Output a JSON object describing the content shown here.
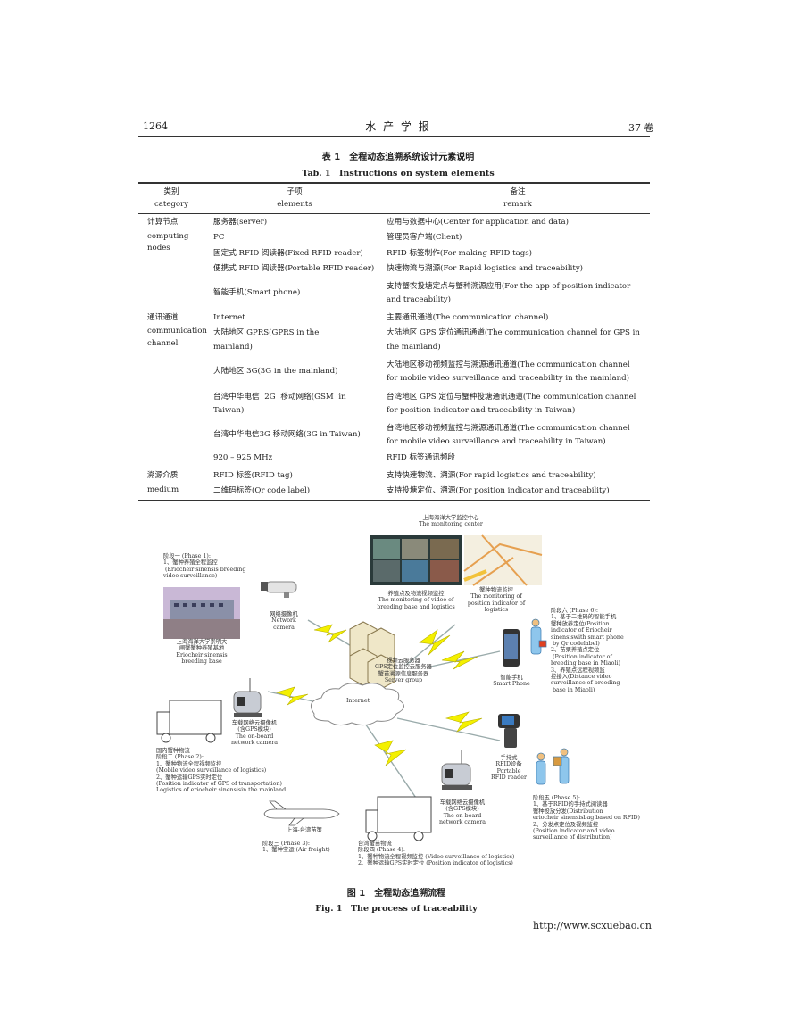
{
  "header": {
    "page_number": "1264",
    "journal": "水 产 学 报",
    "volume": "37 卷"
  },
  "table": {
    "title_cn": "表 1　全程动态追溯系统设计元素说明",
    "title_en": "Tab. 1　Instructions on system elements",
    "columns": [
      {
        "cn": "类别",
        "en": "category"
      },
      {
        "cn": "子项",
        "en": "elements"
      },
      {
        "cn": "备注",
        "en": "remark"
      }
    ],
    "categories": [
      {
        "cn": "计算节点",
        "en1": "computing",
        "en2": "nodes"
      },
      {
        "cn": "通讯通道",
        "en1": "communication",
        "en2": "channel"
      },
      {
        "cn": "溯源介质",
        "en1": "medium",
        "en2": ""
      }
    ],
    "rows": [
      {
        "element": "服务器(server)",
        "remark": "应用与数据中心(Center for application and data)"
      },
      {
        "element": "PC",
        "remark": "管理员客户端(Client)"
      },
      {
        "element": "固定式 RFID 阅读器(Fixed RFID reader)",
        "remark": "RFID 标签制作(For making RFID tags)"
      },
      {
        "element": "便携式 RFID 阅读器(Portable RFID reader)",
        "remark": "快速物流与溯源(For Rapid logistics and traceability)"
      },
      {
        "element": "智能手机(Smart phone)",
        "remark": "支持蟹农投塘定点与蟹种溯源应用(For the app of position indicator",
        "remark2": "and traceability)"
      },
      {
        "element": "Internet",
        "remark": "主要通讯通道(The communication channel)"
      },
      {
        "element": "大陆地区 GPRS(GPRS in the",
        "element2": "mainland)",
        "remark": "大陆地区 GPS 定位通讯通道(The communication channel for GPS in",
        "remark2": "the mainland)"
      },
      {
        "element": "大陆地区 3G(3G in the mainland)",
        "remark": "大陆地区移动视频监控与溯源通讯通道(The communication channel",
        "remark2": "for mobile video surveillance and traceability in the mainland)"
      },
      {
        "element": "台湾中华电信 2G 移动网络(GSM in",
        "element2": "Taiwan)",
        "remark": "台湾地区 GPS 定位与蟹种投塘通讯通道(The communication channel",
        "remark2": "for position indicator and traceability in Taiwan)"
      },
      {
        "element": "台湾中华电信3G 移动网络(3G in Taiwan)",
        "remark": "台湾地区移动视频监控与溯源通讯通道(The communication channel",
        "remark2": "for mobile video surveillance and traceability in Taiwan)"
      },
      {
        "element": "920 – 925 MHz",
        "remark": "RFID 标签通讯频段"
      },
      {
        "element": "RFID 标签(RFID tag)",
        "remark": "支持快速物流、溯源(For rapid logistics and traceability)"
      },
      {
        "element": "二维码标签(Qr code label)",
        "remark": "支持投塘定位、溯源(For position indicator and traceability)"
      }
    ]
  },
  "figure": {
    "monitoring_center": "上海海洋大学监控中心\nThe monitoring center",
    "video_monitoring": "养殖点及物流视频监控\nThe monitoring of video of\nbreeding base and logistics",
    "position_monitoring": "蟹种物流监控\nThe monitoring of\nposition indicator of\nlogistics",
    "phase1": "阶段一 (Phase 1):\n1、蟹种养殖全程监控\n (Eriocheir sinensis breeding\nvideo surveillance)",
    "breeding_base": "上海海洋大学崇明大\n闸蟹蟹种养殖基地\nEriocheir sinensis\nbreeding base",
    "network_camera": "网络摄像机\nNetwork\ncamera",
    "server_group": "视频云服务器\nGPS定位监控云服务器\n蟹苗溯源信息服务器\nServer group",
    "internet": "Internet",
    "smart_phone": "智能手机\nSmart Phone",
    "phase6": "阶段六 (Phase 6):\n1、基于二维码的智能手机\n蟹种放养定位(Position\nindicator of Eriocheir\nsinensiswith smart phone\n by Qr codelabel)\n2、苗栗养殖点定位\n (Position indicator of\nbreeding base in Miaoli)\n3、养殖点远程视频监\n控接入(Distance video\nsurveillance of breeding\n base in Miaoli)",
    "onboard_camera_1": "车载网络云摄像机\n(含GPS模块)\nThe on-board\nnetwork camera",
    "phase2": "国内蟹种物流\n阶段二 (Phase 2):\n1、蟹种物流全程视频监控\n(Mobile video surveillance of logistics)\n2、蟹种运输GPS实时定位\n(Position indicator of GPS of transportation)\nLogistics of eriocheir sinensisin the mainland",
    "rfid_reader": "手持式\nRFID设备\nPortable\nRFID reader",
    "onboard_camera_2": "车载网络云摄像机\n(含GPS模块)\nThe on-board\nnetwork camera",
    "phase5": "阶段五 (Phase 5):\n1、基于RFID的手持式阅读器\n蟹种投放分发(Distribution\neriocheir sinensisbag based on RFID)\n2、分发点定位及视频监控\n(Position indicator and video\nsurveillance of distribution)",
    "air_route": "上海-台湾苗策",
    "phase3": "阶段三 (Phase 3):\n1、蟹种空运 (Air freight)",
    "phase4": "台湾蟹苗物流\n阶段四 (Phase 4):\n1、蟹种物流全程视频监控 (Video surveillance of logistics)\n2、蟹种运输GPS实时定位 (Position indicator of logistics)",
    "caption_cn": "图 1　全程动态追溯流程",
    "caption_en": "Fig. 1　The process of traceability"
  },
  "footer": {
    "url": "http://www.scxuebao.cn"
  }
}
